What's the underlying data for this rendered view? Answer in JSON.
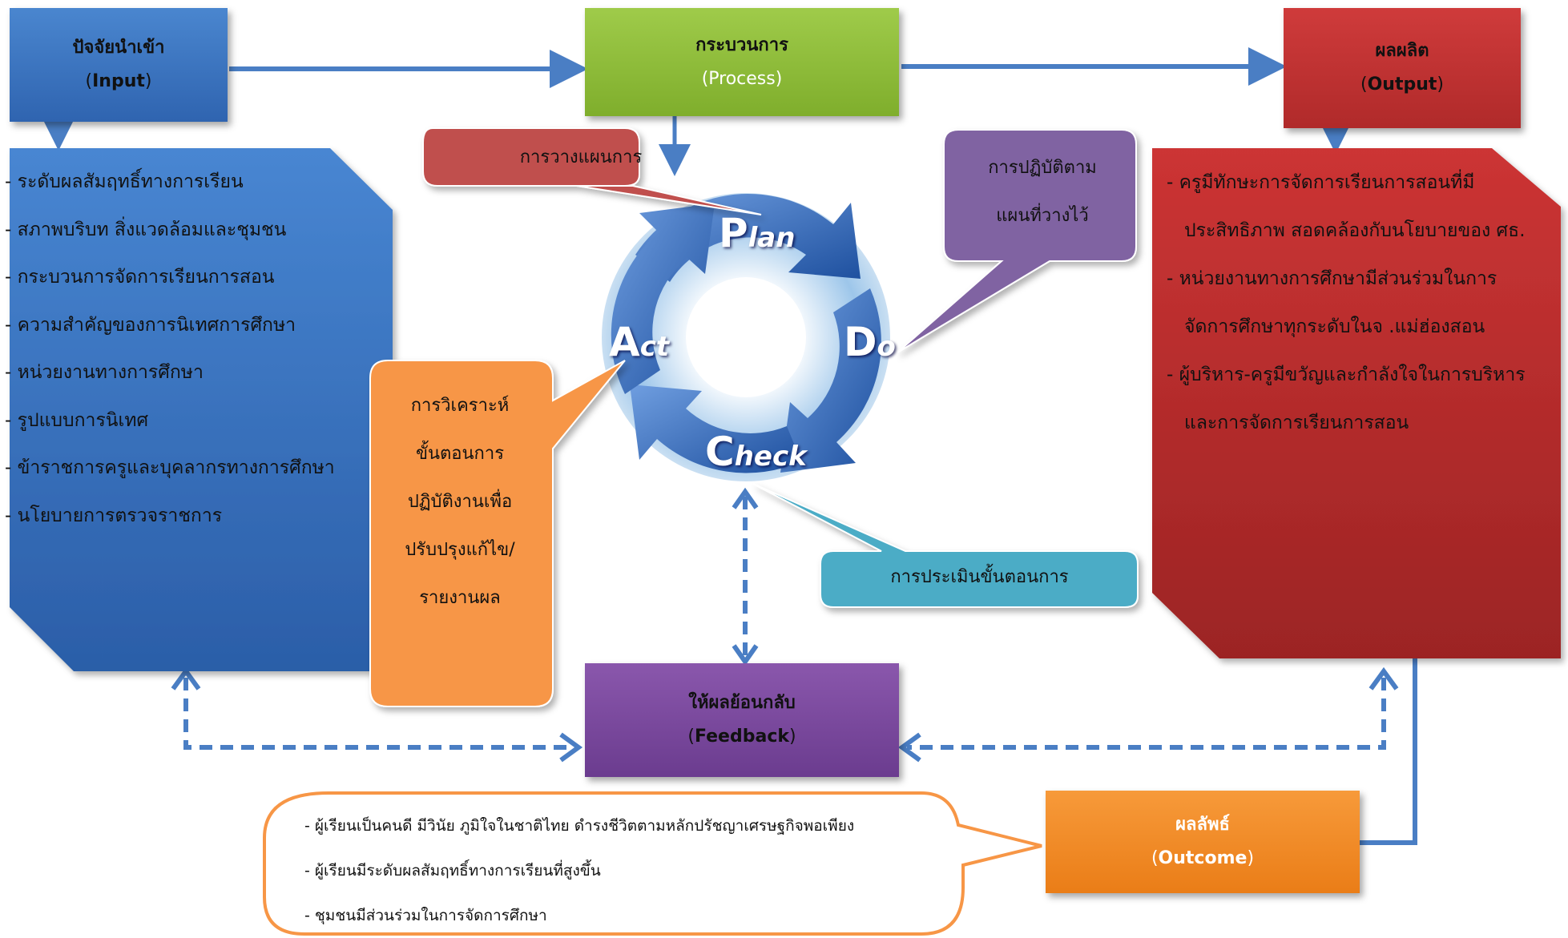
{
  "input": {
    "title": "ปัจจัยนำเข้า",
    "subtitle_open": "(",
    "subtitle_word": "Input",
    "subtitle_close": ")",
    "items": [
      "ระดับผลสัมฤทธิ์ทางการเรียน",
      "สภาพบริบท สิ่งแวดล้อมและชุมชน",
      "กระบวนการจัดการเรียนการสอน",
      "ความสำคัญของการนิเทศการศึกษา",
      "หน่วยงานทางการศึกษา",
      "รูปแบบการนิเทศ",
      "ข้าราชการครูและบุคลากรทางการศึกษา",
      "นโยบายการตรวจราชการ"
    ]
  },
  "process": {
    "title": "กระบวนการ",
    "subtitle": "(Process)"
  },
  "output": {
    "title": "ผลผลิต",
    "subtitle_open": "(",
    "subtitle_word": "Output",
    "subtitle_close": ")",
    "items": [
      "ครูมีทักษะการจัดการเรียนการสอนที่มีประสิทธิภาพ สอดคล้องกับนโยบายของ ศธ.",
      "หน่วยงานทางการศึกษามีส่วนร่วมในการจัดการศึกษาทุกระดับในจ .แม่ฮ่องสอน",
      "ผู้บริหาร-ครูมีขวัญและกำลังใจในการบริหารและการจัดการเรียนการสอน"
    ]
  },
  "feedback": {
    "title": "ให้ผลย้อนกลับ",
    "subtitle_open": "(",
    "subtitle_word": "Feedback",
    "subtitle_close": ")"
  },
  "outcome": {
    "title": "ผลลัพธ์",
    "subtitle_open": "(",
    "subtitle_word": "Outcome",
    "subtitle_close": ")",
    "items": [
      "ผู้เรียนเป็นคนดี มีวินัย ภูมิใจในชาติไทย ดำรงชีวิตตามหลักปรัชญาเศรษฐกิจพอเพียง",
      "ผู้เรียนมีระดับผลสัมฤทธิ์ทางการเรียนที่สูงขึ้น",
      "ชุมชนมีส่วนร่วมในการจัดการศึกษา"
    ]
  },
  "callouts": {
    "plan": "การวางแผนการ",
    "do_line1": "การปฏิบัติตาม",
    "do_line2": "แผนที่วางไว้",
    "act_line1": "การวิเคราะห์",
    "act_line2": "ขั้นตอนการ",
    "act_line3": "ปฏิบัติงานเพื่อ",
    "act_line4": "ปรับปรุงแก้ไข/",
    "act_line5": "รายงานผล",
    "check": "การประเมินขั้นตอนการ"
  },
  "pdca": {
    "plan_initial": "P",
    "plan_rest": "lan",
    "do_initial": "D",
    "do_rest": "o",
    "act_initial": "A",
    "act_rest": "ct",
    "check_initial": "C",
    "check_rest": "heck"
  },
  "colors": {
    "input": "#3a74c2",
    "process": "#8cbd3a",
    "output": "#c03232",
    "feedback": "#7a4a9e",
    "outcome": "#f28a25",
    "callout_plan": "#c0504d",
    "callout_do": "#8064a2",
    "callout_act": "#f79646",
    "callout_check": "#4bacc6",
    "arrow": "#4a7ec4"
  }
}
